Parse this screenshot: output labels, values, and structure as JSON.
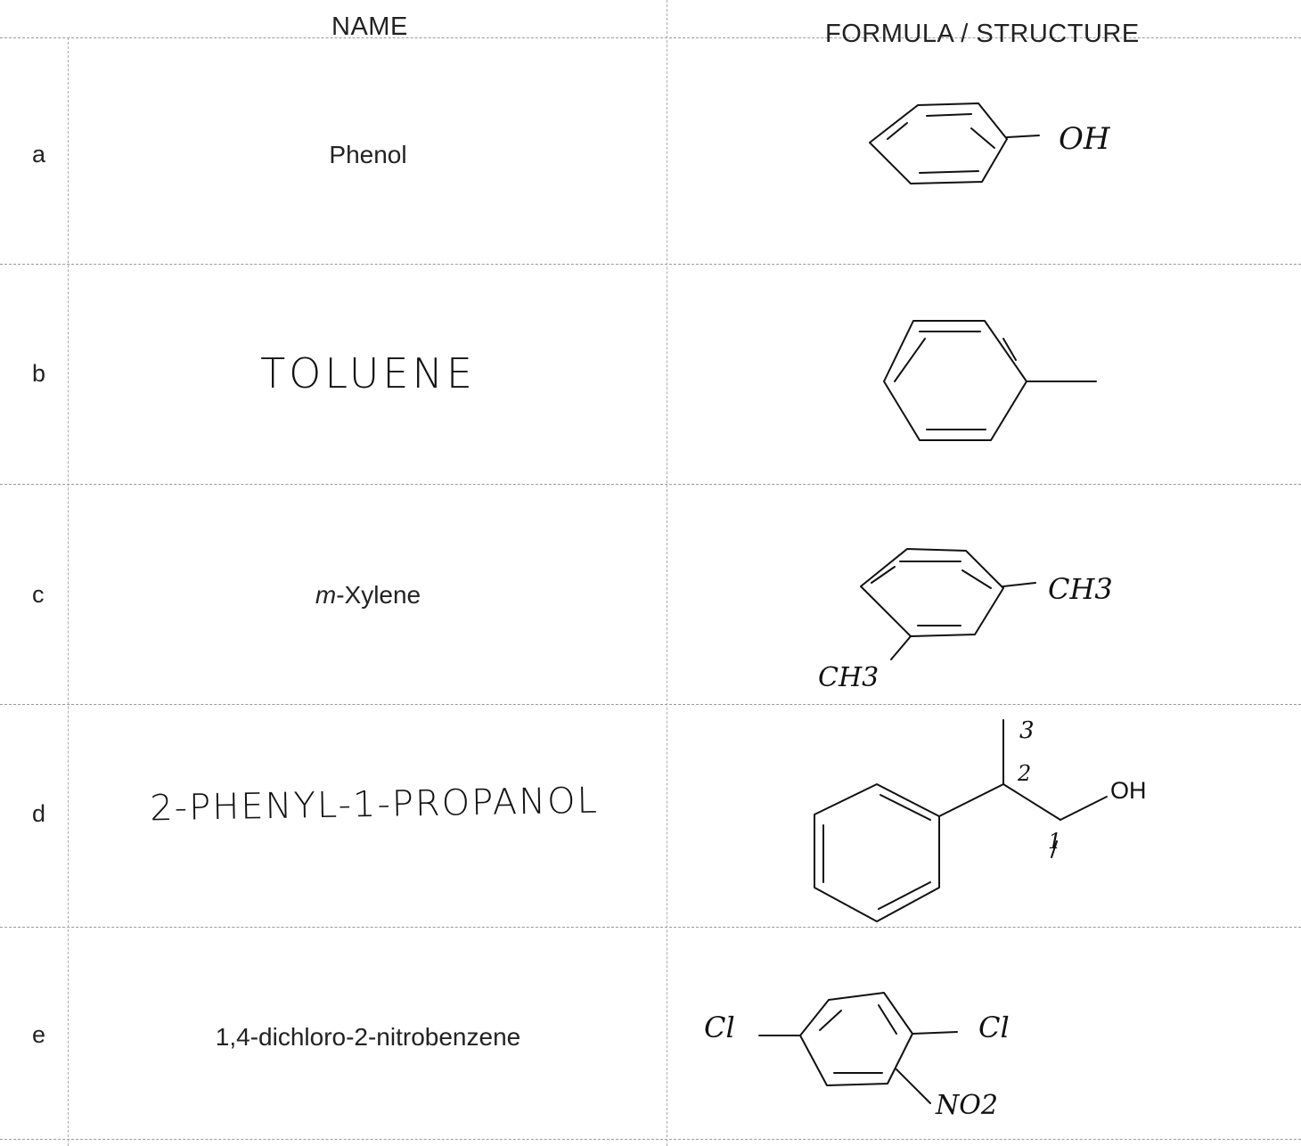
{
  "headers": {
    "name": "NAME",
    "structure": "FORMULA / STRUCTURE"
  },
  "rows": [
    {
      "letter": "a",
      "name": "Phenol",
      "name_style": "printed",
      "labels": {
        "oh": "OH"
      }
    },
    {
      "letter": "b",
      "name": "TOLUENE",
      "name_style": "handwritten",
      "labels": {}
    },
    {
      "letter": "c",
      "name_prefix": "m",
      "name_suffix": "-Xylene",
      "name_style": "printed",
      "labels": {
        "ch3_right": "CH3",
        "ch3_left": "CH3"
      }
    },
    {
      "letter": "d",
      "name": "2-PHENYL-1-PROPANOL",
      "name_style": "handwritten",
      "labels": {
        "oh": "OH",
        "c1": "1",
        "c2": "2",
        "c3": "3"
      }
    },
    {
      "letter": "e",
      "name": "1,4-dichloro-2-nitrobenzene",
      "name_style": "printed",
      "labels": {
        "cl_left": "Cl",
        "cl_right": "Cl",
        "no2": "NO2"
      }
    }
  ]
}
